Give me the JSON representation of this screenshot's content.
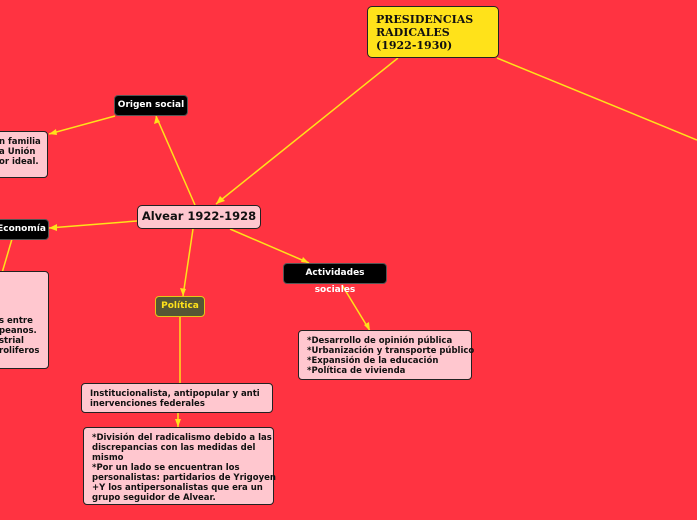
{
  "root": {
    "lines": [
      "PRESIDENCIAS",
      "RADICALES",
      "(1922-1930)"
    ]
  },
  "center": {
    "label": "Alvear 1922-1928"
  },
  "origen": {
    "label": "Origen social"
  },
  "origen_text": {
    "lines": [
      "n familia",
      "a Unión",
      "",
      "or ideal."
    ]
  },
  "economia": {
    "label": "Economía"
  },
  "economia_text": {
    "lines": [
      "s entre",
      "peanos.",
      "strial",
      "roliferos"
    ]
  },
  "actividades": {
    "label": "Actividades sociales"
  },
  "actividades_text": {
    "lines": [
      "*Desarrollo de opinión pública",
      "*Urbanización y transporte público",
      "*Expansión de la educación",
      "*Política de vivienda"
    ]
  },
  "politica": {
    "label": "Política"
  },
  "politica_text1": {
    "lines": [
      "Institucionalista, antipopular y anti",
      "inervenciones federales"
    ]
  },
  "politica_text2": {
    "lines": [
      "*División del radicalismo debido a las",
      "discrepancias con las medidas del",
      "mismo",
      "*Por un lado se encuentran los",
      "personalistas: partidarios de Yrigoyen",
      "+Y los antipersonalistas que era un",
      "grupo seguidor de Alvear."
    ]
  },
  "colors": {
    "background": "#ff3341",
    "connector": "#ffe21a",
    "root_fill": "#ffe21a",
    "note_fill": "#ffc7cf",
    "label_fill": "#000000",
    "politica_fill": "#565634"
  }
}
